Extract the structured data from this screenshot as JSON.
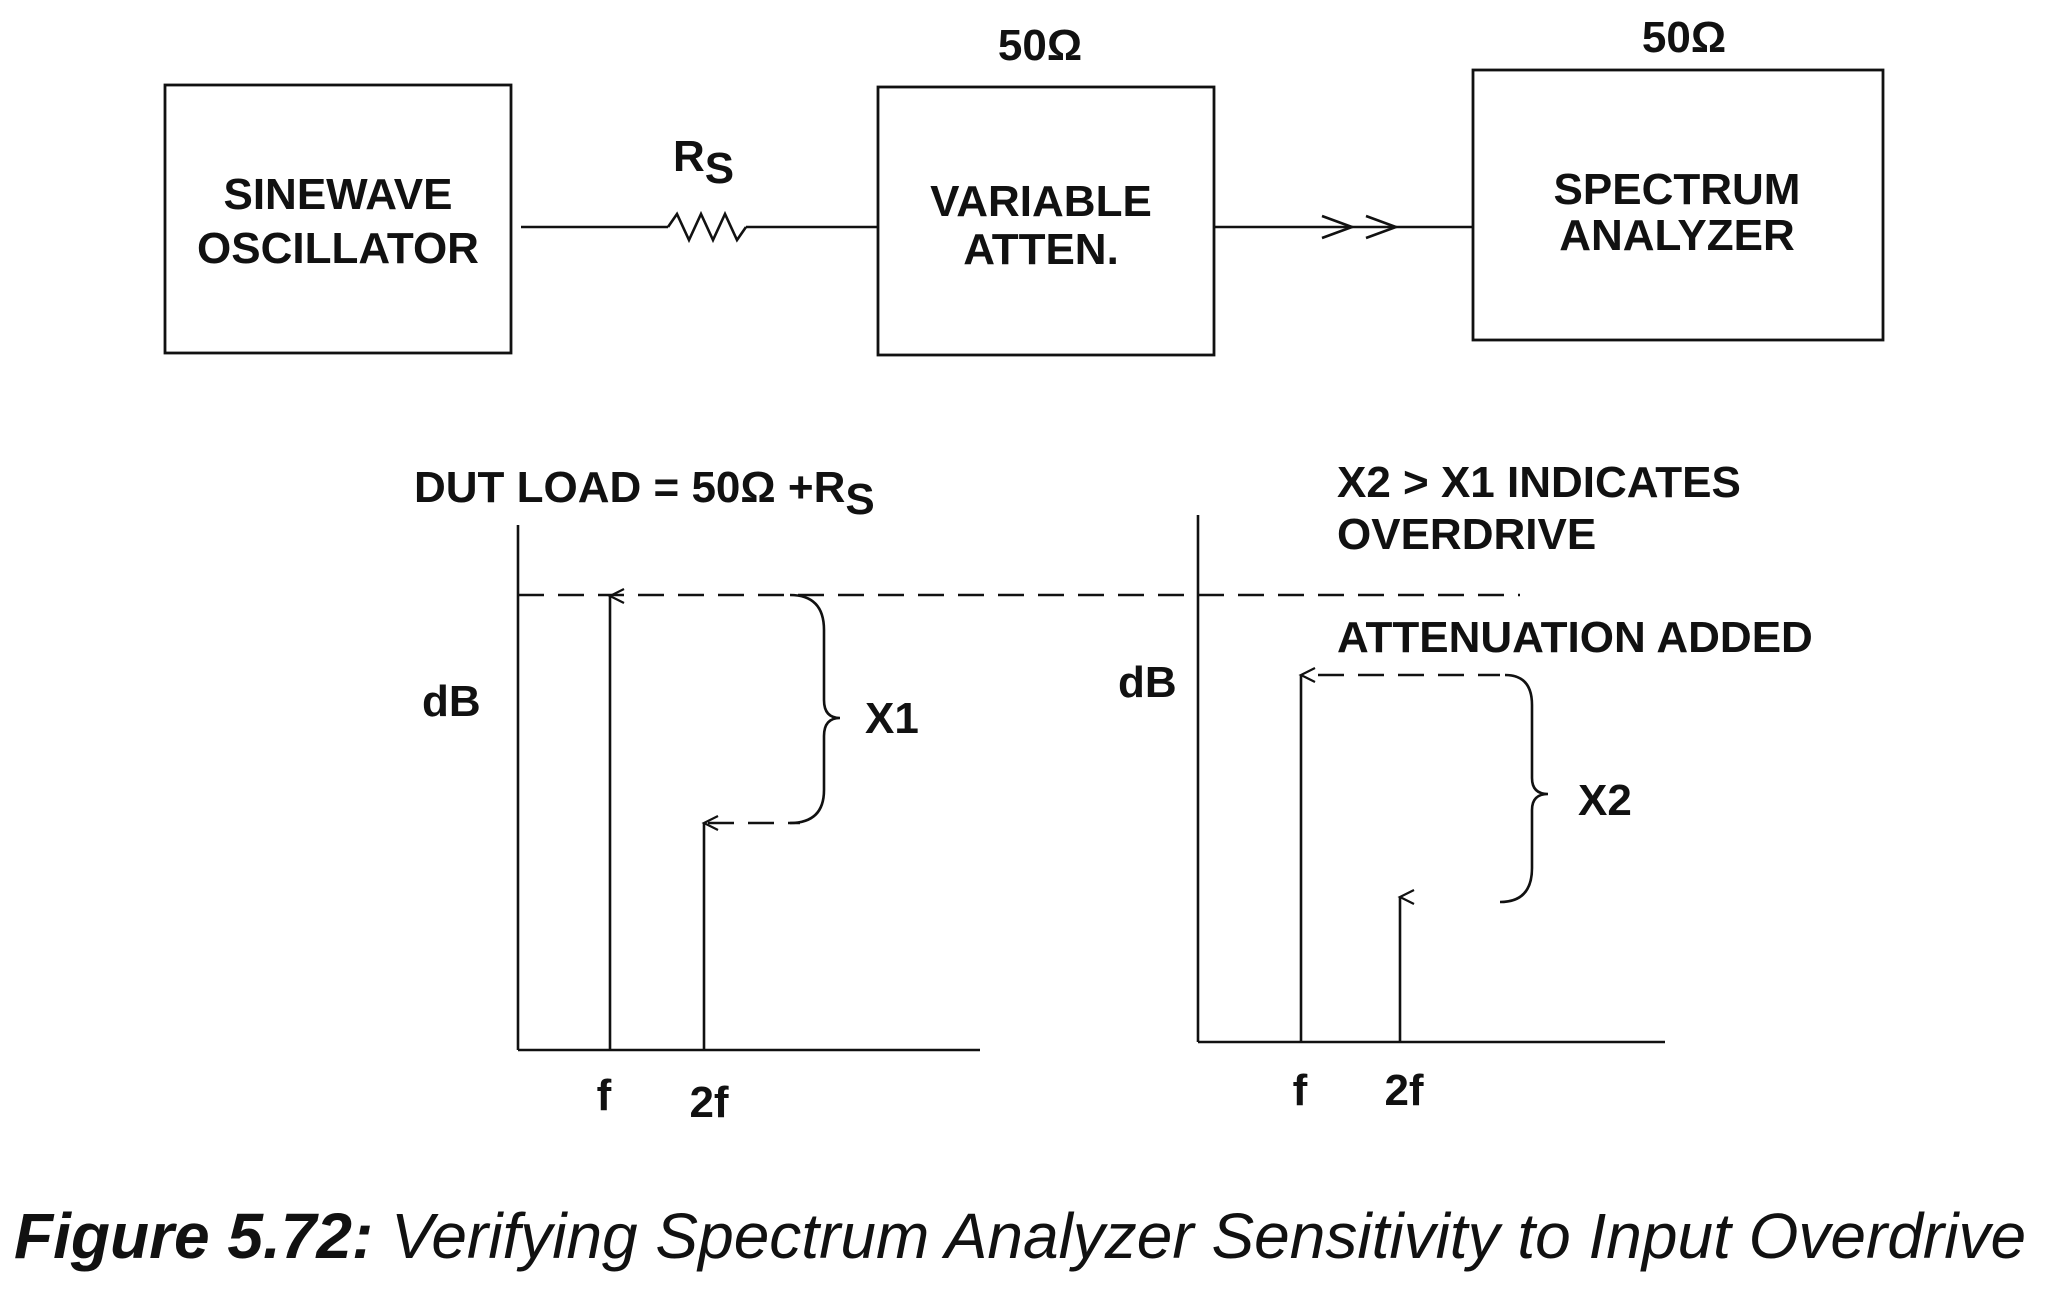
{
  "blocks": {
    "oscillator": [
      "SINEWAVE",
      "OSCILLATOR"
    ],
    "attenuator": [
      "VARIABLE",
      "ATTEN."
    ],
    "analyzer": [
      "SPECTRUM",
      "ANALYZER"
    ]
  },
  "impedance": {
    "attenuator": "50Ω",
    "analyzer": "50Ω"
  },
  "resistor": {
    "main": "R",
    "sub": "S"
  },
  "left_plot": {
    "title_main": "DUT LOAD = 50Ω +R",
    "title_sub": "S",
    "ylabel": "dB",
    "tick_f": "f",
    "tick_2f": "2f",
    "bracket": "X1"
  },
  "right_plot": {
    "note_line1": "X2 > X1 INDICATES",
    "note_line2": "OVERDRIVE",
    "note_attn": "ATTENUATION ADDED",
    "ylabel": "dB",
    "tick_f": "f",
    "tick_2f": "2f",
    "bracket": "X2"
  },
  "caption": {
    "label": "Figure 5.72:",
    "text": " Verifying Spectrum Analyzer Sensitivity to Input Overdrive"
  }
}
